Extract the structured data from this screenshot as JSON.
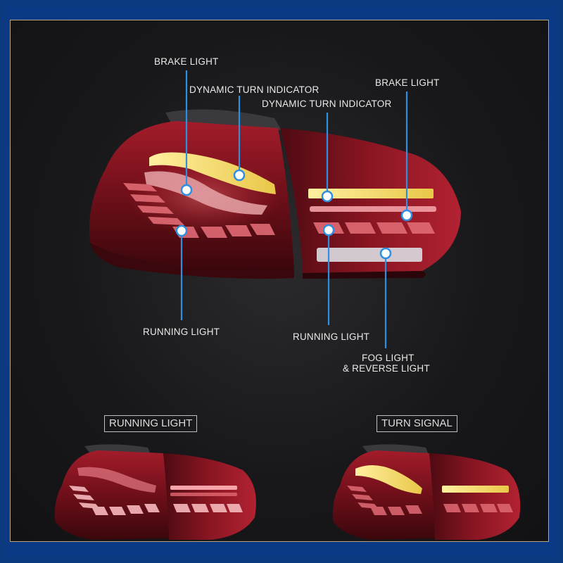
{
  "colors": {
    "border_blue": "#0a3a86",
    "gold_line": "#b9a57a",
    "callout_blue": "#2e8fe0",
    "lamp_red": "#8e1622",
    "amber": "#f1d35a"
  },
  "callouts": {
    "brake_light_left": "BRAKE LIGHT",
    "turn_indicator_left": "DYNAMIC TURN INDICATOR",
    "turn_indicator_right": "DYNAMIC TURN INDICATOR",
    "brake_light_right": "BRAKE LIGHT",
    "running_light_left": "RUNNING LIGHT",
    "running_light_right": "RUNNING LIGHT",
    "fog_light_line1": "FOG LIGHT",
    "fog_light_line2": "& REVERSE LIGHT"
  },
  "modes": {
    "running_light": "RUNNING LIGHT",
    "turn_signal": "TURN SIGNAL"
  }
}
